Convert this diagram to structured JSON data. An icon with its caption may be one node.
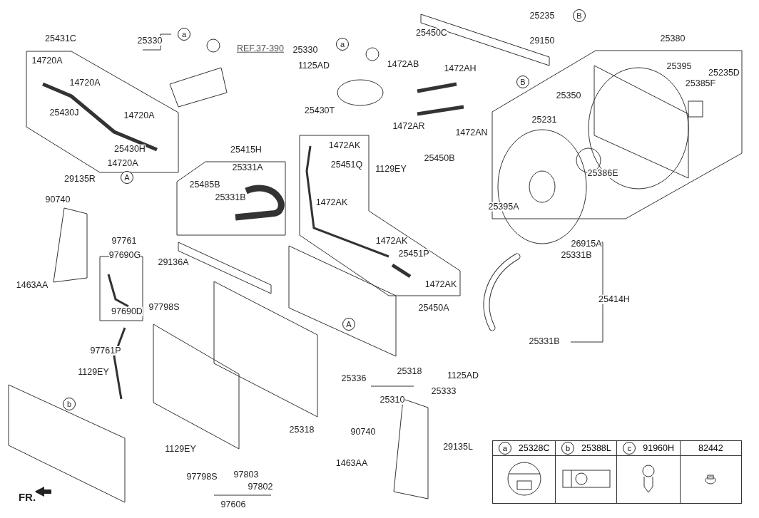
{
  "diagram": {
    "labels": [
      "25235",
      "29150",
      "B",
      "25431C",
      "25330",
      "a",
      "25330",
      "a",
      "REF.37-390",
      "25450C",
      "25380",
      "14720A",
      "1125AD",
      "1472AB",
      "1472AH",
      "B",
      "25395",
      "25235D",
      "14720A",
      "25385F",
      "25350",
      "25430J",
      "25430T",
      "1472AR",
      "1472AN",
      "14720A",
      "25231",
      "25430H",
      "25450B",
      "14720A",
      "A",
      "25415H",
      "1472AK",
      "25331A",
      "25451Q",
      "1129EY",
      "29135R",
      "25485B",
      "25331B",
      "25386E",
      "90740",
      "1472AK",
      "25395A",
      "97761",
      "1472AK",
      "26915A",
      "97690G",
      "25451P",
      "25331B",
      "29136A",
      "1463AA",
      "1472AK",
      "25414H",
      "97690D",
      "97798S",
      "25450A",
      "A",
      "25331B",
      "97761P",
      "1129EY",
      "25336",
      "25318",
      "1125AD",
      "b",
      "25333",
      "25310",
      "25318",
      "90740",
      "1129EY",
      "29135L",
      "1463AA",
      "97798S",
      "97803",
      "97802",
      "FR.",
      "97606",
      "a",
      "25328C",
      "b",
      "25388L",
      "c",
      "91960H",
      "82442"
    ]
  }
}
